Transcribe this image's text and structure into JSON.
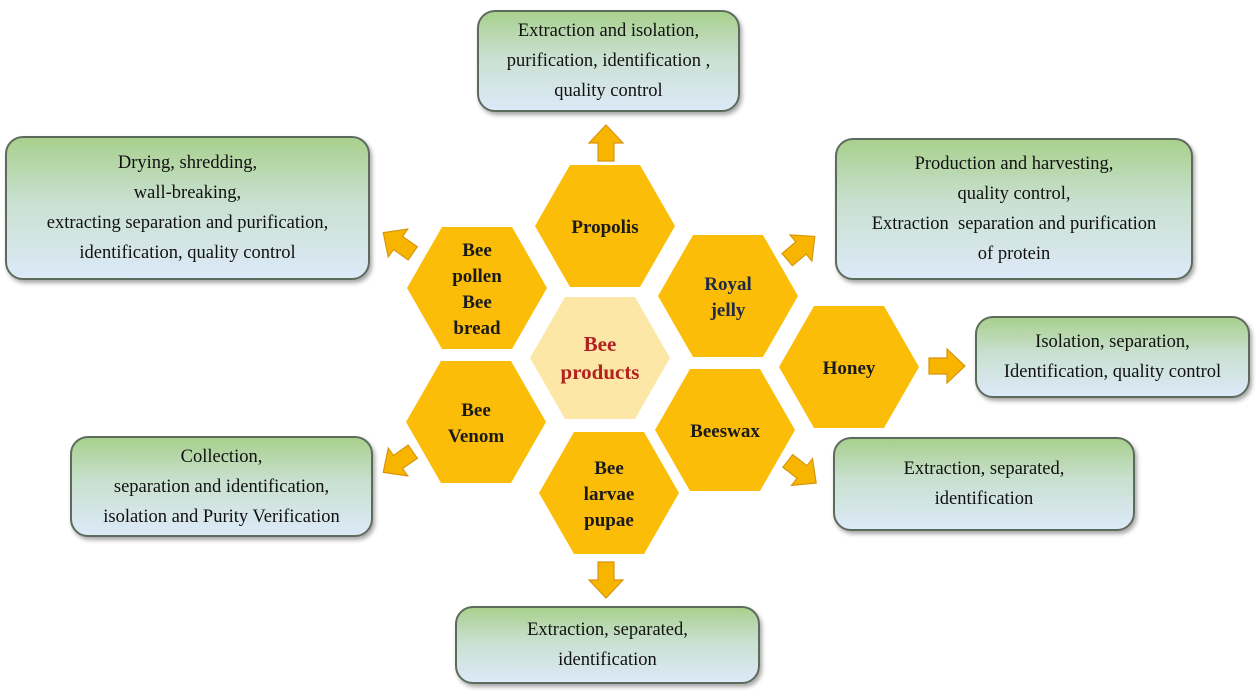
{
  "colors": {
    "hex": "#fbbd08",
    "hex_center": "#fde7a6",
    "arrow": "#f7b500",
    "center_text": "#b22222"
  },
  "center": {
    "lines": [
      "Bee",
      "products"
    ]
  },
  "products": [
    {
      "id": "propolis",
      "lines": [
        "Propolis"
      ],
      "process": [
        "Extraction and isolation,",
        "purification, identification ,",
        "quality control"
      ]
    },
    {
      "id": "bee-pollen",
      "lines": [
        "Bee",
        "pollen",
        "Bee",
        "bread"
      ],
      "process": [
        "Drying, shredding,",
        "wall-breaking,",
        "extracting separation and purification,",
        "identification, quality control"
      ]
    },
    {
      "id": "royal-jelly",
      "lines": [
        "Royal",
        "jelly"
      ],
      "process": [
        "Production and harvesting,",
        "quality control,",
        "Extraction  separation and purification",
        "of protein"
      ]
    },
    {
      "id": "honey",
      "lines": [
        "Honey"
      ],
      "process": [
        "Isolation, separation,",
        "Identification, quality control"
      ]
    },
    {
      "id": "bee-venom",
      "lines": [
        "Bee",
        "Venom"
      ],
      "process": [
        "Collection,",
        "separation and identification,",
        "isolation and Purity Verification"
      ]
    },
    {
      "id": "beeswax",
      "lines": [
        "Beeswax"
      ],
      "process": [
        "Extraction, separated,",
        "identification"
      ]
    },
    {
      "id": "bee-larvae",
      "lines": [
        "Bee",
        "larvae",
        "pupae"
      ],
      "process": [
        "Extraction, separated,",
        "identification"
      ]
    }
  ]
}
